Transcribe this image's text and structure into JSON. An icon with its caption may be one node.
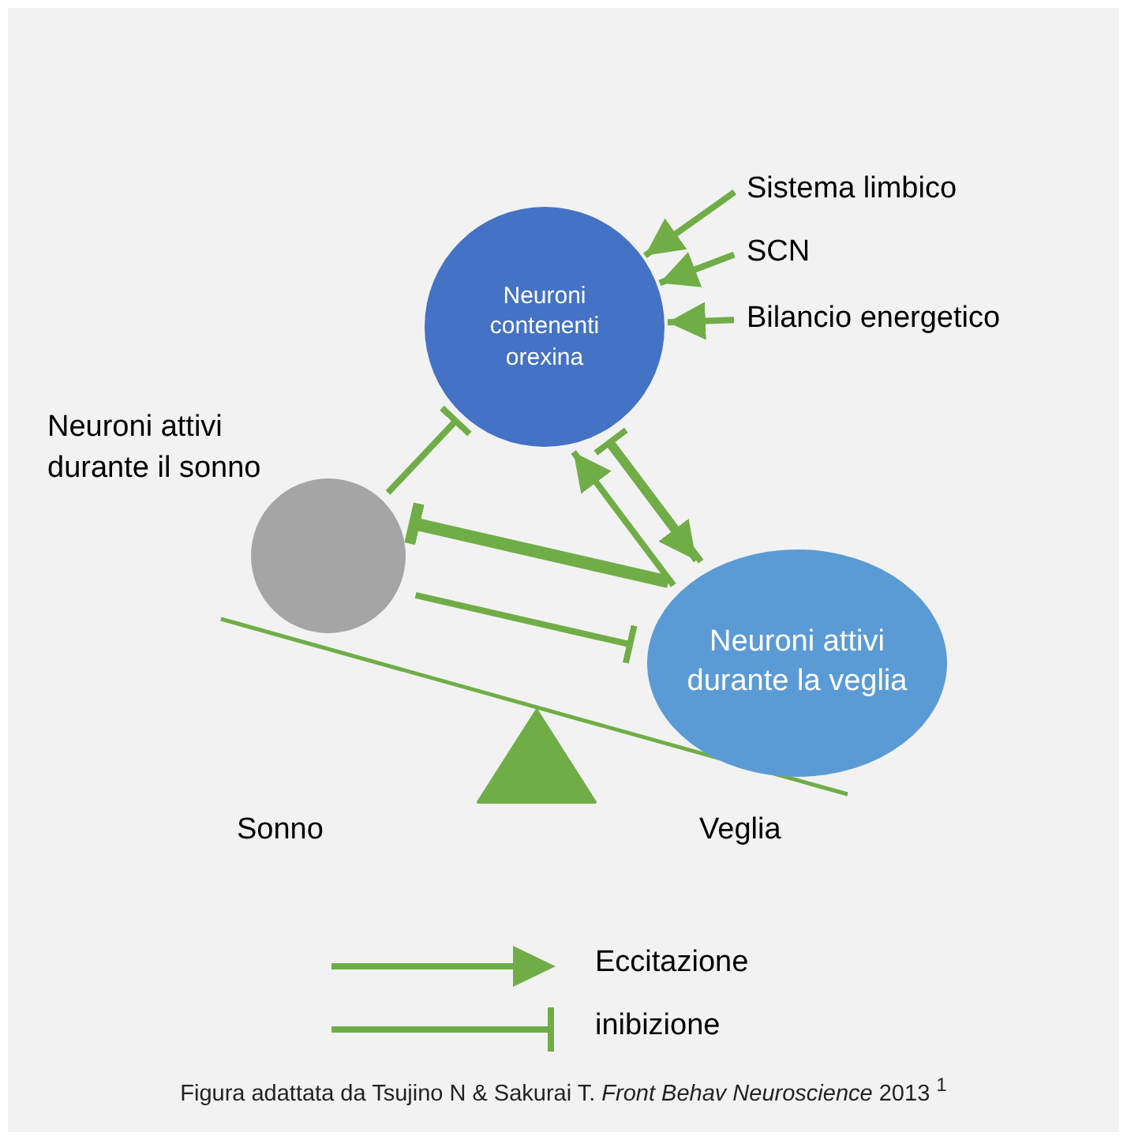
{
  "diagram": {
    "nodes": [
      {
        "text": [
          "Neuroni contenenti orexina"
        ]
      },
      {
        "text": [
          "Sistema limbico"
        ]
      },
      {
        "text": [
          "SCN"
        ]
      },
      {
        "text": [
          "Bilancio energetico"
        ]
      },
      {
        "text": [],
        "shape": "circle",
        "beside": [
          "Neuroni attivi durante il sonno"
        ]
      },
      {
        "text": [
          "Neuroni attivi durante la veglia"
        ]
      }
    ],
    "edges": [
      {
        "from": 1,
        "to": 0,
        "arrow": "to"
      },
      {
        "from": 2,
        "to": 0,
        "arrow": "to"
      },
      {
        "from": 3,
        "to": 0,
        "arrow": "to"
      },
      {
        "from": 4,
        "to": 0,
        "arrow": "other"
      },
      {
        "from": 5,
        "to": 0,
        "arrow": "to"
      },
      {
        "from": 5,
        "to": 0,
        "arrow": "other"
      },
      {
        "from": 0,
        "to": 5,
        "arrow": "to"
      },
      {
        "from": 4,
        "to": 5,
        "arrow": "other"
      },
      {
        "from": 5,
        "to": 4,
        "arrow": "other",
        "style": "thick"
      }
    ],
    "labels": [
      "Sonno",
      "Veglia"
    ],
    "legend": [
      {
        "text": "Eccitazione"
      },
      {
        "text": "inibizione"
      }
    ],
    "caption": "Figura adattata da Tsujino N & Sakurai T. *Front Behav Neuroscience* 2013 $^{1}$"
  }
}
